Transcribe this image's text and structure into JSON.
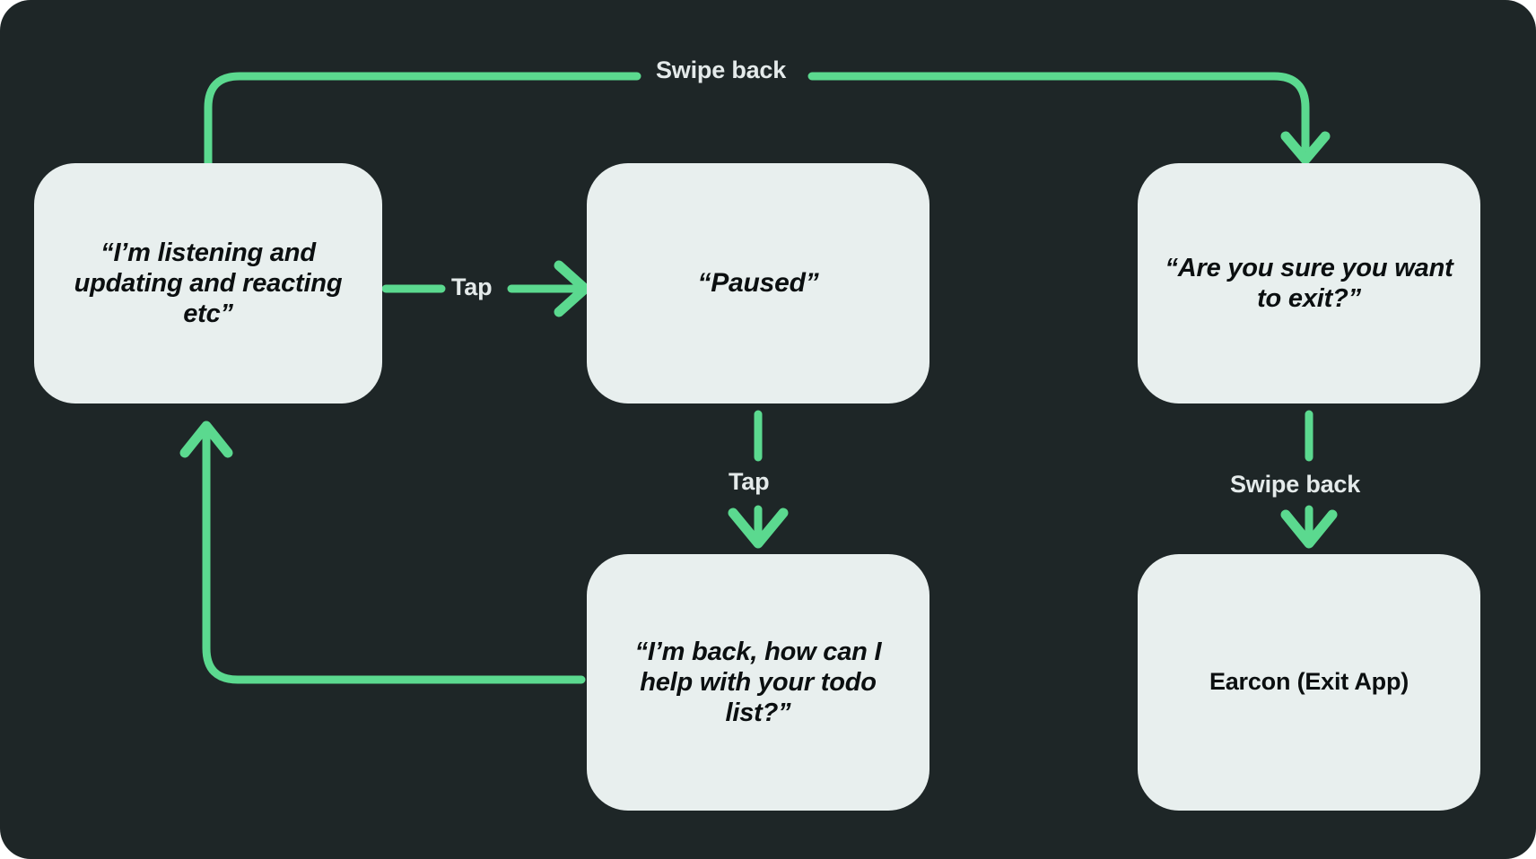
{
  "canvas": {
    "background_color": "#1e2627",
    "node_fill_color": "#e8efee",
    "edge_color": "#5BD98F",
    "edge_label_color": "#e4eaea",
    "node_text_color": "#0b0f10"
  },
  "nodes": [
    {
      "id": "listening",
      "label": "“I’m listening and updating and reacting etc”",
      "style": "italic"
    },
    {
      "id": "paused",
      "label": "“Paused”",
      "style": "italic"
    },
    {
      "id": "confirm-exit",
      "label": "“Are you sure you want to exit?”",
      "style": "italic"
    },
    {
      "id": "back-todo",
      "label": "“I’m back, how can I help with your todo list?”",
      "style": "italic"
    },
    {
      "id": "earcon",
      "label": "Earcon (Exit App)",
      "style": "plain"
    }
  ],
  "edges": [
    {
      "id": "listening-to-confirm",
      "label": "Swipe back",
      "from": "listening",
      "to": "confirm-exit",
      "direction": "top-loop-right"
    },
    {
      "id": "listening-to-paused",
      "label": "Tap",
      "from": "listening",
      "to": "paused",
      "direction": "right"
    },
    {
      "id": "paused-to-back",
      "label": "Tap",
      "from": "paused",
      "to": "back-todo",
      "direction": "down"
    },
    {
      "id": "confirm-to-earcon",
      "label": "Swipe back",
      "from": "confirm-exit",
      "to": "earcon",
      "direction": "down"
    },
    {
      "id": "back-to-listening",
      "label": "",
      "from": "back-todo",
      "to": "listening",
      "direction": "left-loop-up"
    }
  ]
}
